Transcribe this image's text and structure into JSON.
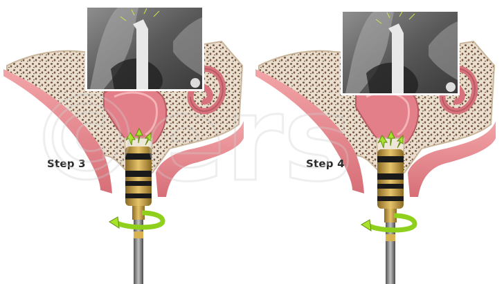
{
  "panels": [
    {
      "step_label": "Step 3"
    },
    {
      "step_label": "Step 4"
    }
  ],
  "watermark": {
    "text": "©ers"
  },
  "colors": {
    "bone_fill": "#e9dccb",
    "bone_spots": "#6b4a36",
    "gum": "#e58a90",
    "gum_dark": "#c9606a",
    "sinus": "#d7727c",
    "drill_gold": "#c8a046",
    "drill_black": "#1a1a1a",
    "arrow_green": "#a8e22a"
  },
  "icons": [
    "rotation-arrow-icon",
    "direction-arrow-icon"
  ]
}
